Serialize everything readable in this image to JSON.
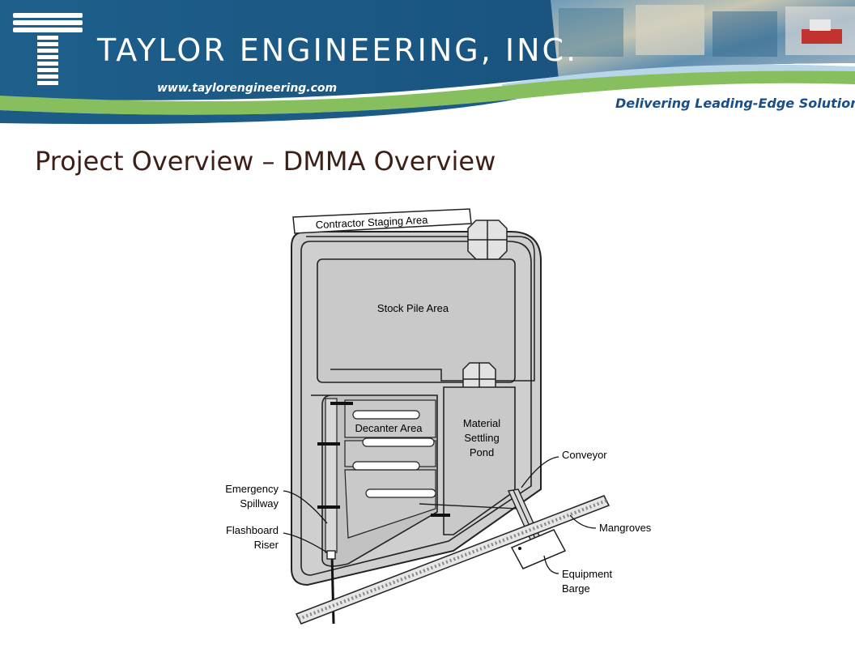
{
  "header": {
    "company_name": "TAYLOR ENGINEERING, INC.",
    "website": "www.taylorengineering.com",
    "tagline": "Delivering Leading-Edge Solutions"
  },
  "slide": {
    "title": "Project Overview – DMMA Overview"
  },
  "diagram": {
    "labels": {
      "contractor_staging": "Contractor Staging Area",
      "stock_pile": "Stock Pile Area",
      "decanter": "Decanter Area",
      "settling_line1": "Material",
      "settling_line2": "Settling",
      "settling_line3": "Pond",
      "conveyor": "Conveyor",
      "emergency_line1": "Emergency",
      "emergency_line2": "Spillway",
      "flashboard_line1": "Flashboard",
      "flashboard_line2": "Riser",
      "mangroves": "Mangroves",
      "barge_line1": "Equipment",
      "barge_line2": "Barge"
    }
  },
  "colors": {
    "header_blue": "#1d5b87",
    "header_green": "#7fb85a",
    "title_brown": "#3d1f17",
    "tagline_blue": "#1a4f86",
    "diagram_fill": "#cfcfcf"
  }
}
